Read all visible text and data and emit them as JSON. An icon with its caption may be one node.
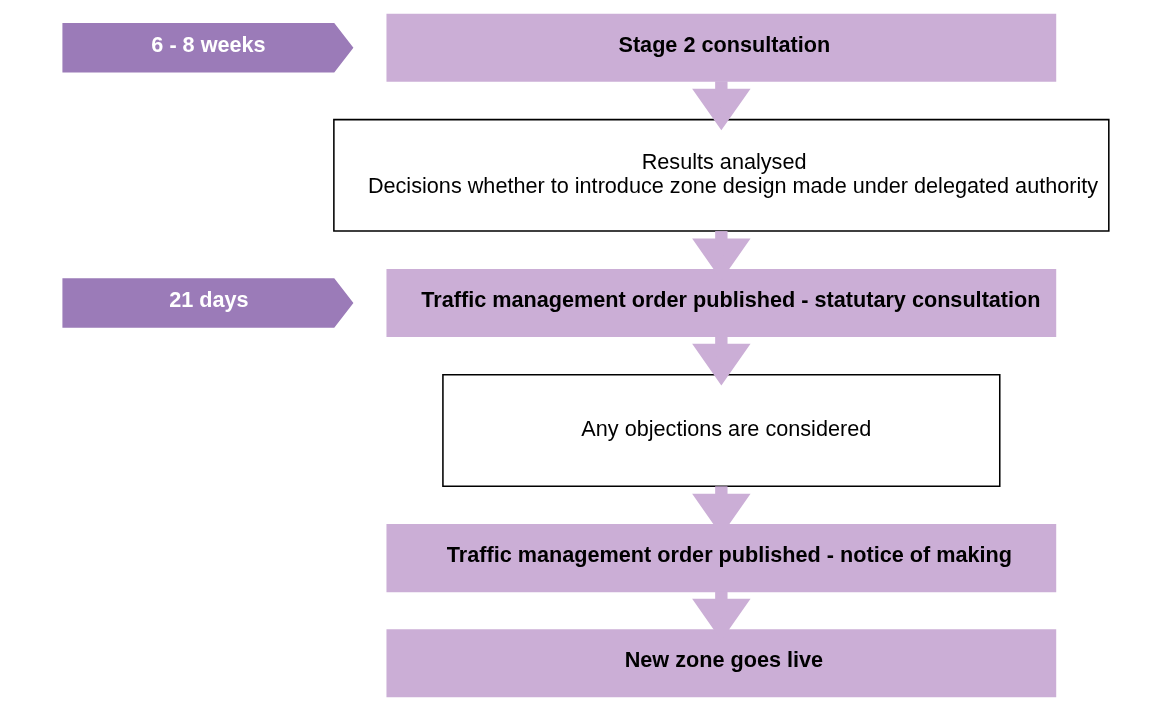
{
  "diagram": {
    "nodes": [
      {
        "text": [
          "6 - 8 weeks"
        ]
      },
      {
        "text": [
          "Stage 2 consultation"
        ]
      },
      {
        "text": [
          "Results analysed",
          "Decisions whether to introduce zone design made under delegated authority"
        ]
      },
      {
        "text": [
          "21 days"
        ]
      },
      {
        "text": [
          "Traffic management order published - statutary consultation"
        ]
      },
      {
        "text": [
          "Any objections are considered"
        ]
      },
      {
        "text": [
          "Traffic management order published - notice of making"
        ]
      },
      {
        "text": [
          "New zone goes live"
        ]
      }
    ],
    "edges": [
      {
        "from": 1,
        "to": 2,
        "arrow": "to"
      },
      {
        "from": 2,
        "to": 4,
        "arrow": "to"
      },
      {
        "from": 4,
        "to": 5,
        "arrow": "to"
      },
      {
        "from": 5,
        "to": 6,
        "arrow": "to"
      },
      {
        "from": 6,
        "to": 7,
        "arrow": "to"
      }
    ]
  }
}
